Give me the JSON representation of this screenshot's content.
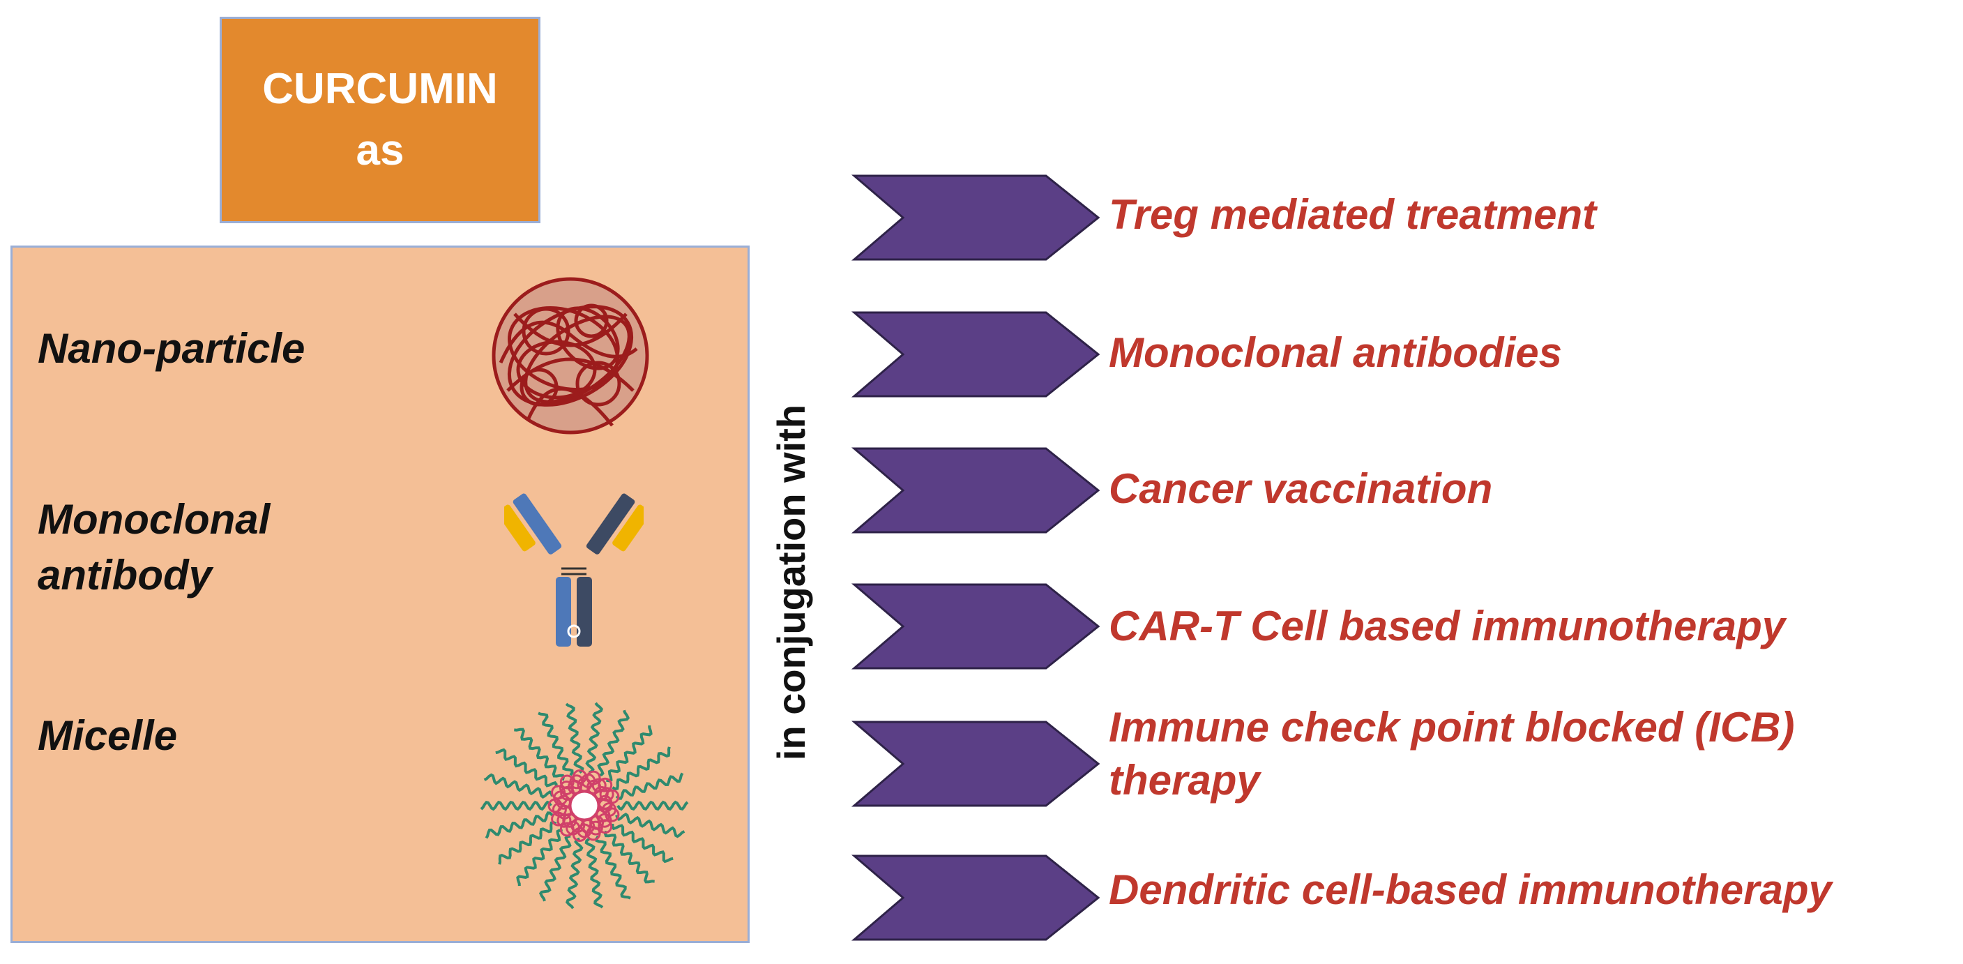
{
  "title": {
    "line1": "CURCUMIN",
    "line2": "as"
  },
  "forms": [
    {
      "label": "Nano-particle",
      "icon": "nanoparticle-icon"
    },
    {
      "label_line1": "Monoclonal",
      "label_line2": "antibody",
      "icon": "antibody-icon"
    },
    {
      "label": "Micelle",
      "icon": "micelle-icon"
    }
  ],
  "connector": "in conjugation with",
  "therapies": [
    {
      "label": "Treg mediated treatment"
    },
    {
      "label": "Monoclonal antibodies"
    },
    {
      "label": "Cancer vaccination"
    },
    {
      "label": "CAR-T Cell based immunotherapy"
    },
    {
      "label_line1": "Immune check point blocked (ICB)",
      "label_line2": "therapy"
    },
    {
      "label": "Dendritic cell-based immunotherapy"
    }
  ],
  "colors": {
    "title_box": "#e3892d",
    "forms_box": "#f4bf96",
    "box_border": "#9aaed6",
    "arrow": "#5b3f86",
    "therapy_text": "#c0382d"
  }
}
